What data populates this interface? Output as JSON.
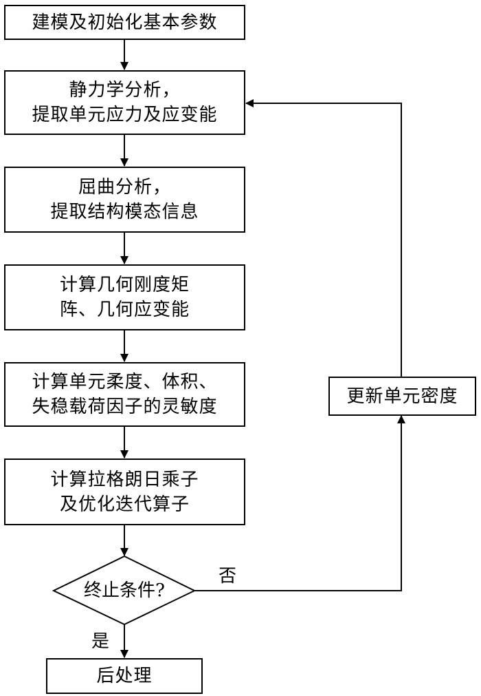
{
  "flowchart": {
    "steps": [
      {
        "lines": [
          "建模及初始化基本参数"
        ]
      },
      {
        "lines": [
          "静力学分析，",
          "提取单元应力及应变能"
        ]
      },
      {
        "lines": [
          "屈曲分析，",
          "提取结构模态信息"
        ]
      },
      {
        "lines": [
          "计算几何刚度矩",
          "阵、几何应变能"
        ]
      },
      {
        "lines": [
          "计算单元柔度、体积、",
          "失稳载荷因子的灵敏度"
        ]
      },
      {
        "lines": [
          "计算拉格朗日乘子",
          "及优化迭代算子"
        ]
      }
    ],
    "decision": "终止条件?",
    "update_step": "更新单元密度",
    "end_step": "后处理",
    "yes_label": "是",
    "no_label": "否"
  }
}
